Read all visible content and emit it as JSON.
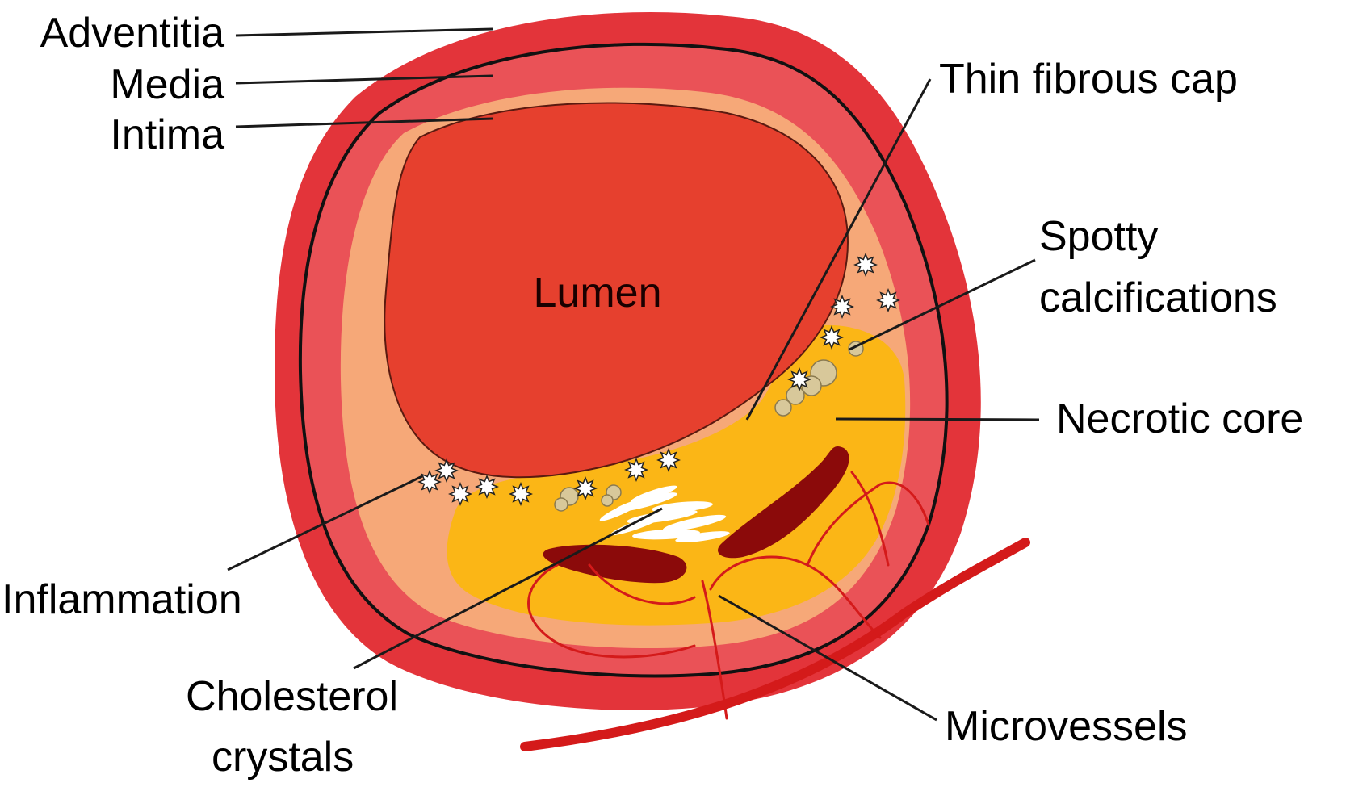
{
  "labels": {
    "adventitia": "Adventitia",
    "media": "Media",
    "intima": "Intima",
    "lumen": "Lumen",
    "thin_fibrous_cap": "Thin fibrous cap",
    "spotty_calcifications_line1": "Spotty",
    "spotty_calcifications_line2": "calcifications",
    "necrotic_core": "Necrotic core",
    "inflammation": "Inflammation",
    "cholesterol_crystals_line1": "Cholesterol",
    "cholesterol_crystals_line2": "crystals",
    "microvessels": "Microvessels"
  },
  "colors": {
    "adventitia": "#e3343a",
    "media": "#ea5257",
    "intima": "#f6a878",
    "lumen": "#e6402e",
    "necrotic_core": "#fbb616",
    "hemorrhage": "#8b0a0a",
    "microvessel": "#d41a1a",
    "calcification": "#d8c89a",
    "outline": "#111111"
  }
}
